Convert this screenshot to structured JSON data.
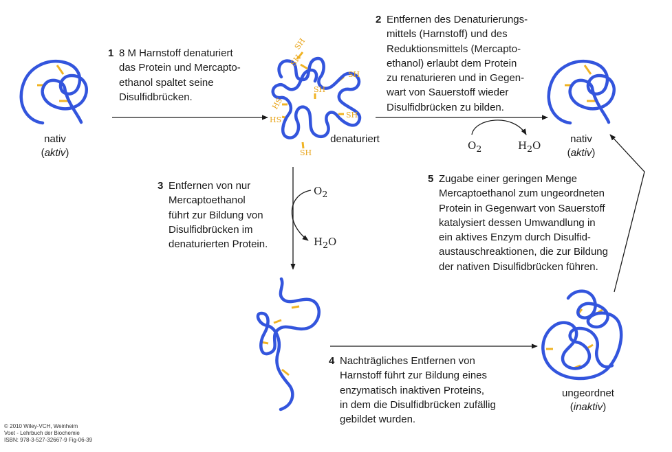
{
  "colors": {
    "chain": "#3355dd",
    "bridge": "#f0b323",
    "sh_label": "#e8a317",
    "arrow": "#1a1a1a"
  },
  "native_left": {
    "name": "nativ",
    "state": "aktiv"
  },
  "native_right": {
    "name": "nativ",
    "state": "aktiv"
  },
  "denatured": {
    "name": "denaturiert",
    "sh_labels": [
      "SH",
      "SH",
      "SH",
      "SH",
      "SH",
      "HS",
      "HS",
      "SH"
    ]
  },
  "disordered": {
    "name": "ungeordnet",
    "state": "inaktiv"
  },
  "step1": {
    "number": "1",
    "lines": [
      "8 M Harnstoff denaturiert",
      "das Protein und Mercapto-",
      "ethanol spaltet seine",
      "Disulfidbrücken."
    ]
  },
  "step2": {
    "number": "2",
    "lines": [
      "Entfernen des Denaturierungs-",
      "mittels (Harnstoff) und des",
      "Reduktionsmittels (Mercapto-",
      "ethanol) erlaubt dem Protein",
      "zu renaturieren und in Gegen-",
      "wart von Sauerstoff wieder",
      "Disulfidbrücken zu bilden."
    ]
  },
  "step3": {
    "number": "3",
    "lines": [
      "Entfernen von nur",
      "Mercaptoethanol",
      "führt zur Bildung von",
      "Disulfidbrücken im",
      "denaturierten Protein."
    ]
  },
  "step4": {
    "number": "4",
    "lines": [
      "Nachträgliches Entfernen von",
      "Harnstoff führt zur Bildung eines",
      "enzymatisch inaktiven Proteins,",
      "in dem die Disulfidbrücken zufällig",
      "gebildet wurden."
    ]
  },
  "step5": {
    "number": "5",
    "lines": [
      "Zugabe einer geringen Menge",
      "Mercaptoethanol zum ungeordneten",
      "Protein in Gegenwart von Sauerstoff",
      "katalysiert dessen Umwandlung in",
      "ein aktives Enzym durch Disulfid-",
      "austauschreaktionen, die zur Bildung",
      "der nativen Disulfidbrücken führen."
    ]
  },
  "oxygen_top": {
    "o2": "O",
    "o2_sub": "2",
    "h2o_pre": "H",
    "h2o_sub": "2",
    "h2o_post": "O"
  },
  "oxygen_mid": {
    "o2": "O",
    "o2_sub": "2",
    "h2o_pre": "H",
    "h2o_sub": "2",
    "h2o_post": "O"
  },
  "copyright": [
    "© 2010 Wiley-VCH, Weinheim",
    "Voet - Lehrbuch der Biochemie",
    "ISBN: 978-3-527-32667-9   Fig-06-39"
  ]
}
